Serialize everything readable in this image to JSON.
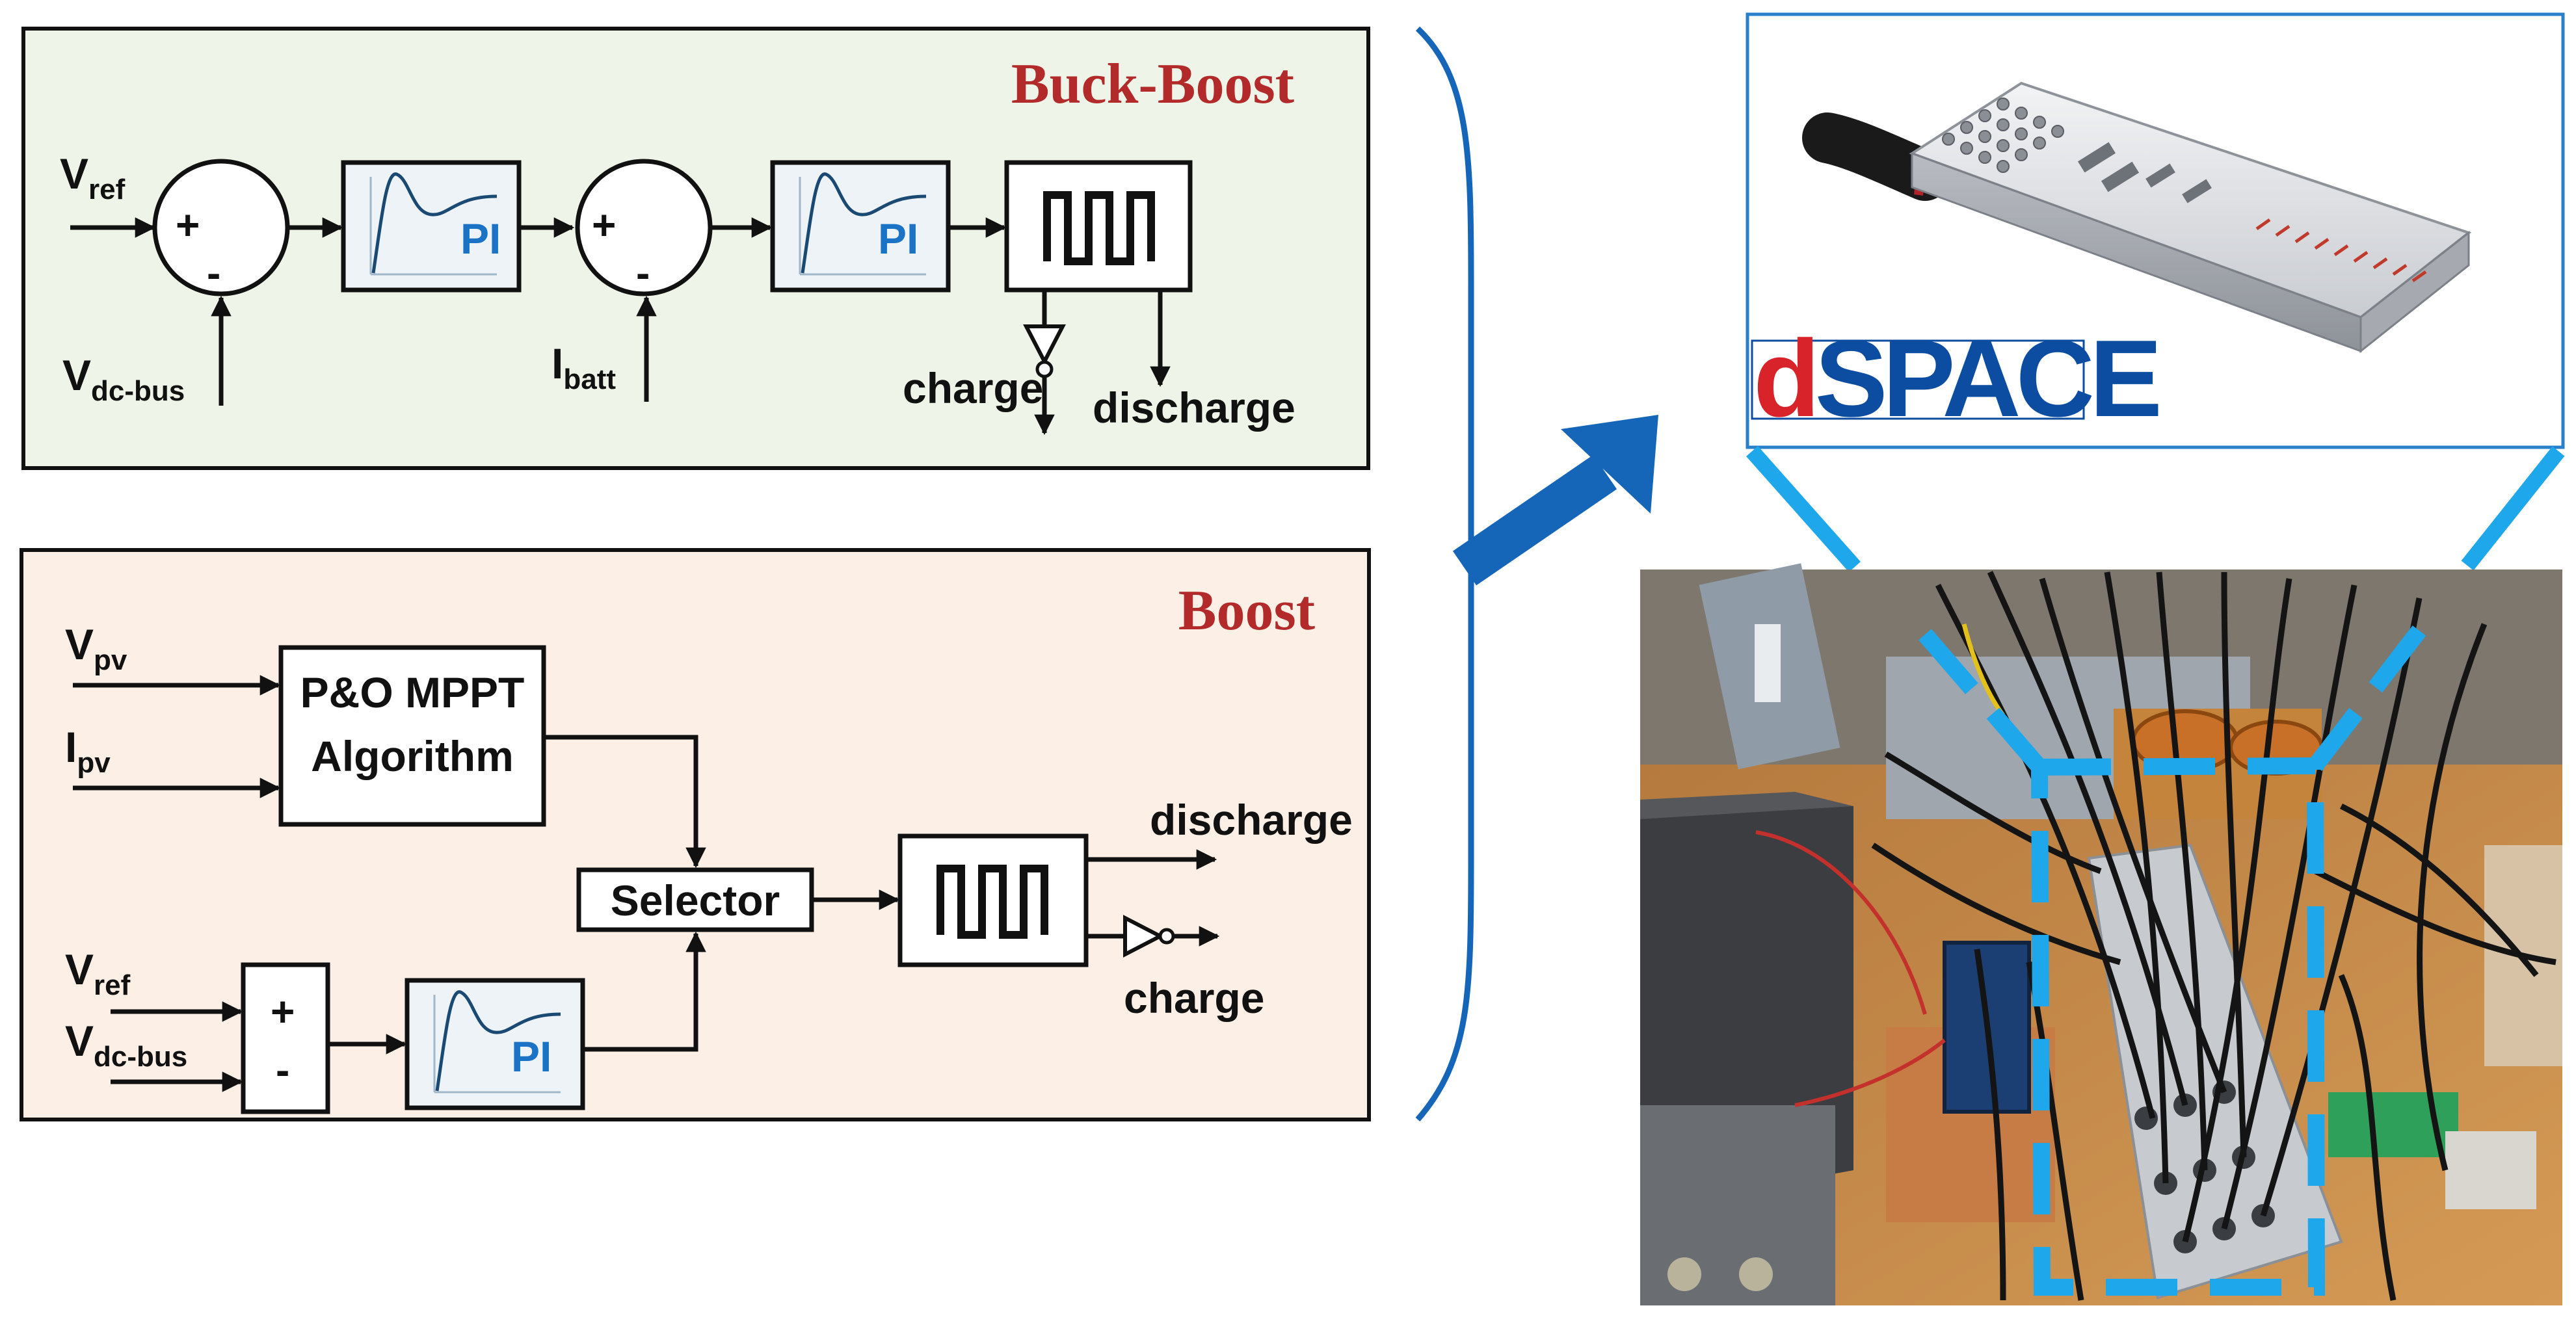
{
  "colors": {
    "buck_boost_panel": "#eef5e8",
    "boost_panel": "#fbefe6",
    "title_red": "#b22a2a",
    "pi_blue": "#1a73c4",
    "pi_fill": "#edf3f6",
    "arrow_blue": "#1565b8",
    "highlight_blue": "#1ea7ea",
    "dspace_red": "#d8232a",
    "dspace_blue": "#0c4da2"
  },
  "buck_boost": {
    "title": "Buck-Boost",
    "vref": {
      "main": "V",
      "sub": "ref"
    },
    "vdc": {
      "main": "V",
      "sub": "dc-bus"
    },
    "ibatt": {
      "main": "I",
      "sub": "batt"
    },
    "plus": "+",
    "minus": "-",
    "pi1": "PI",
    "pi2": "PI",
    "charge": "charge",
    "discharge": "discharge"
  },
  "boost": {
    "title": "Boost",
    "vpv": {
      "main": "V",
      "sub": "pv"
    },
    "ipv": {
      "main": "I",
      "sub": "pv"
    },
    "mppt_line1": "P&O MPPT",
    "mppt_line2": "Algorithm",
    "selector": "Selector",
    "vref": {
      "main": "V",
      "sub": "ref"
    },
    "vdc": {
      "main": "V",
      "sub": "dc-bus"
    },
    "plus": "+",
    "minus": "-",
    "pi": "PI",
    "discharge": "discharge",
    "charge": "charge"
  },
  "hardware": {
    "logo_d": "d",
    "logo_rest": "SPACE",
    "device_icon": "dspace-io-panel-icon",
    "photo_icon": "lab-setup-photo-icon"
  }
}
